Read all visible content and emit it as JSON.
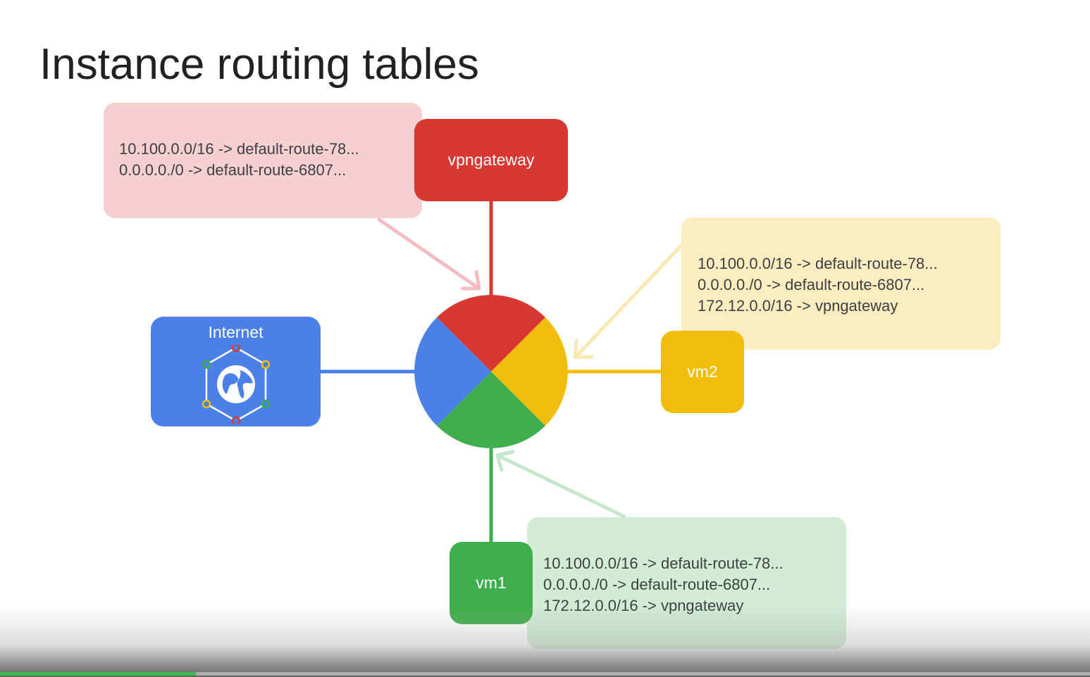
{
  "slide": {
    "title": "Instance routing tables"
  },
  "colors": {
    "red": "#d93732",
    "yellow": "#f1bd0a",
    "green": "#3fae4c",
    "blue": "#4a80e7",
    "red_callout": "#f6cfd3",
    "yellow_callout": "#fcedc0",
    "green_callout": "#d2ecd6"
  },
  "nodes": {
    "vpngateway": {
      "label": "vpngateway"
    },
    "vm2": {
      "label": "vm2"
    },
    "vm1": {
      "label": "vm1"
    },
    "internet": {
      "label": "Internet",
      "icon": "globe-network-icon"
    },
    "router": {
      "icon": "four-color-router-icon"
    }
  },
  "routing_tables": {
    "vpngateway": [
      "10.100.0.0/16 -> default-route-78...",
      "0.0.0.0./0 -> default-route-6807..."
    ],
    "vm2": [
      "10.100.0.0/16 -> default-route-78...",
      "0.0.0.0./0 -> default-route-6807...",
      "172.12.0.0/16 -> vpngateway"
    ],
    "vm1": [
      "10.100.0.0/16 -> default-route-78...",
      "0.0.0.0./0 -> default-route-6807...",
      "172.12.0.0/16 -> vpngateway"
    ]
  },
  "video": {
    "progress_fraction": 0.18
  }
}
